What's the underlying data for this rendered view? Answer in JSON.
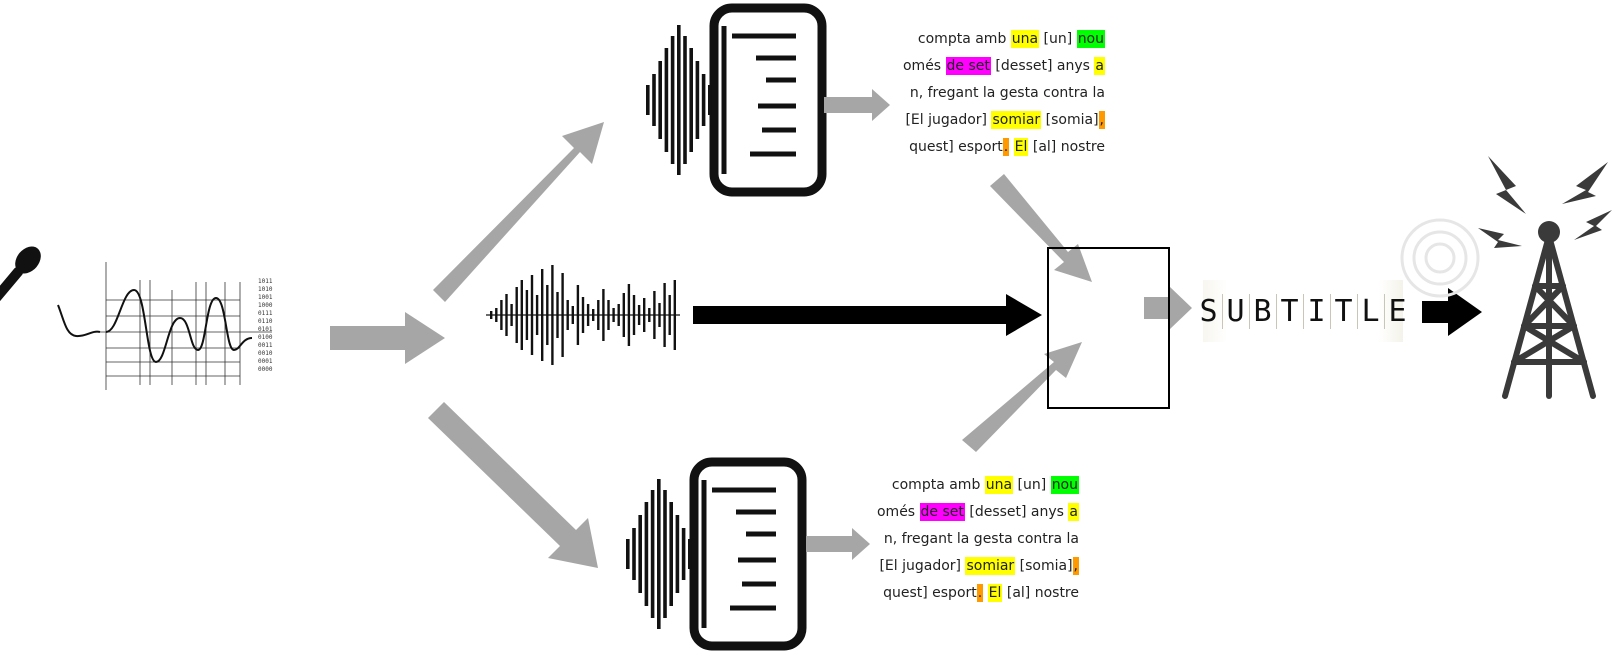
{
  "diagram": {
    "subtitle_word": "SUBTITLE",
    "transcripts": {
      "top": {
        "lines": [
          [
            {
              "t": "compta amb "
            },
            {
              "t": "una",
              "hl": "yellow"
            },
            {
              "t": " [un] "
            },
            {
              "t": "nou",
              "hl": "green"
            }
          ],
          [
            {
              "t": "omés "
            },
            {
              "t": "de set",
              "hl": "magenta"
            },
            {
              "t": "  [desset] anys "
            },
            {
              "t": "a",
              "hl": "yellow"
            }
          ],
          [
            {
              "t": "n, fregant la gesta contra la"
            }
          ],
          [
            {
              "t": "[El jugador] "
            },
            {
              "t": "somiar",
              "hl": "yellow"
            },
            {
              "t": " [somia]"
            },
            {
              "t": ",",
              "hl": "orange"
            }
          ],
          [
            {
              "t": "quest] esport"
            },
            {
              "t": ".",
              "hl": "orange"
            },
            {
              "t": " "
            },
            {
              "t": "El",
              "hl": "yellow"
            },
            {
              "t": " [al] nostre"
            }
          ]
        ]
      },
      "bottom": {
        "lines": [
          [
            {
              "t": "compta amb "
            },
            {
              "t": "una",
              "hl": "yellow"
            },
            {
              "t": " [un] "
            },
            {
              "t": "nou",
              "hl": "green"
            }
          ],
          [
            {
              "t": "omés "
            },
            {
              "t": "de set",
              "hl": "magenta"
            },
            {
              "t": "  [desset] anys "
            },
            {
              "t": "a",
              "hl": "yellow"
            }
          ],
          [
            {
              "t": "n, fregant la gesta contra la"
            }
          ],
          [
            {
              "t": "[El jugador] "
            },
            {
              "t": "somiar",
              "hl": "yellow"
            },
            {
              "t": " [somia]"
            },
            {
              "t": ",",
              "hl": "orange"
            }
          ],
          [
            {
              "t": "quest] esport"
            },
            {
              "t": ".",
              "hl": "orange"
            },
            {
              "t": " "
            },
            {
              "t": "El",
              "hl": "yellow"
            },
            {
              "t": " [al] nostre"
            }
          ]
        ]
      }
    },
    "binary_readout": [
      "1011",
      "1010",
      "1001",
      "1000",
      "0111",
      "0110",
      "0101",
      "0100",
      "0011",
      "0010",
      "0001",
      "0000"
    ],
    "icons": {
      "microphone": "microphone-icon",
      "waveform_chart": "analog-digital-chart",
      "asr_top": "speech-to-text-icon",
      "asr_bottom": "speech-to-text-icon",
      "audio_wave": "audio-waveform",
      "antenna": "broadcast-antenna-icon"
    },
    "colors": {
      "gray_arrow": "#a6a6a6",
      "black_arrow": "#000000",
      "icon_dark": "#111111",
      "antenna": "#3a3a3a",
      "hl_yellow": "#ffff00",
      "hl_green": "#00ff00",
      "hl_magenta": "#ff00ff",
      "hl_orange": "#ff9900"
    }
  }
}
